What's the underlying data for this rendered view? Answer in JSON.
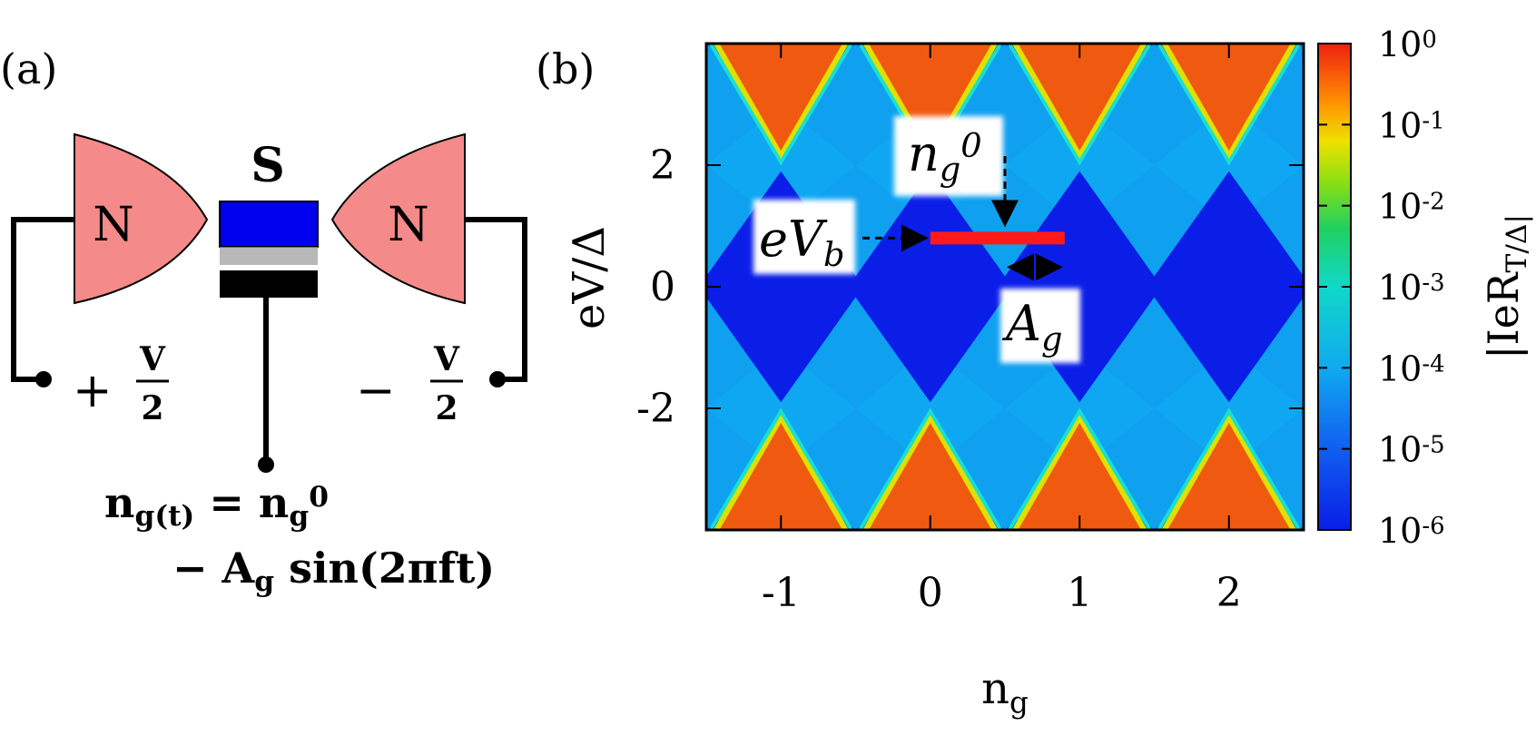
{
  "panel_a": {
    "label": "(a)",
    "island_label": "S",
    "left_lead_label": "N",
    "right_lead_label": "N",
    "left_bias": {
      "sign": "+",
      "num": "V",
      "den": "2"
    },
    "right_bias": {
      "sign": "−",
      "num": "V",
      "den": "2"
    },
    "gate_eq_line1": "n_g(t) = n_g^0",
    "gate_eq_line2": "− A_g sin(2πft)",
    "colors": {
      "lead": "#f58a8a",
      "island": "#0000ee",
      "gate": "#000000"
    }
  },
  "panel_b": {
    "label": "(b)",
    "annotations": {
      "n0": "n_g^0",
      "eVb": "eV_b",
      "Ag": "A_g"
    },
    "highlight_color": "#ff1a1a"
  },
  "chart_data": {
    "type": "heatmap",
    "title": "",
    "xlabel": "n_g",
    "ylabel": "eV/Δ",
    "xlim": [
      -1.5,
      2.5
    ],
    "ylim": [
      -4,
      4
    ],
    "xticks": [
      -1,
      0,
      1,
      2
    ],
    "xtick_labels": [
      "-1",
      "0",
      "1",
      "2"
    ],
    "yticks": [
      2,
      0,
      -2
    ],
    "ytick_labels": [
      "2",
      "0",
      "-2"
    ],
    "colorbar": {
      "label": "|IeR_T/Δ|",
      "scale": "log",
      "range": [
        1e-06,
        1
      ],
      "tick_labels": [
        "10^0",
        "10^-1",
        "10^-2",
        "10^-3",
        "10^-4",
        "10^-5",
        "10^-6"
      ]
    },
    "operating_segment": {
      "n_g": [
        0,
        0.9
      ],
      "eV": 0.8
    },
    "n0_arrow_x": 0.5,
    "ag_arrow": [
      0.5,
      0.9
    ]
  }
}
